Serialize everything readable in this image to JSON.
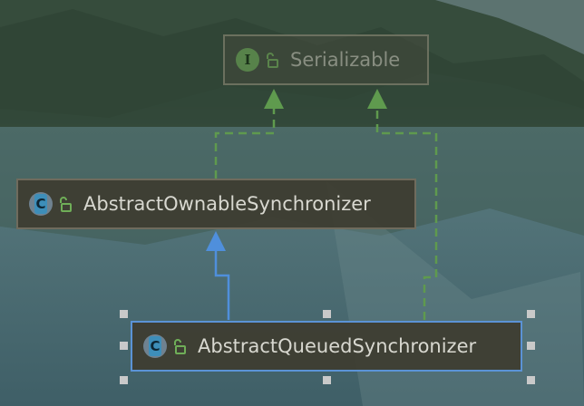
{
  "diagram": {
    "nodes": {
      "serializable": {
        "kind": "interface",
        "icon_letter": "I",
        "label": "Serializable"
      },
      "abstract_ownable": {
        "kind": "class",
        "icon_letter": "C",
        "label": "AbstractOwnableSynchronizer"
      },
      "abstract_queued": {
        "kind": "class",
        "icon_letter": "C",
        "label": "AbstractQueuedSynchronizer",
        "selected": true
      }
    },
    "edges": [
      {
        "from": "abstract_ownable",
        "to": "serializable",
        "type": "implements",
        "style": "dashed",
        "color": "#5f9a4e"
      },
      {
        "from": "abstract_queued",
        "to": "serializable",
        "type": "implements",
        "style": "dashed",
        "color": "#5f9a4e"
      },
      {
        "from": "abstract_queued",
        "to": "abstract_ownable",
        "type": "extends",
        "style": "solid",
        "color": "#4f8fdc"
      }
    ]
  },
  "colors": {
    "implements_edge": "#5f9a4e",
    "extends_edge": "#4f8fdc",
    "selection_border": "#5b93d6",
    "node_fill": "#3e3c30",
    "node_text": "#d8d8d0"
  },
  "icons": {
    "interface": "interface-icon",
    "class": "class-icon",
    "visibility": "unlocked-public-icon"
  }
}
